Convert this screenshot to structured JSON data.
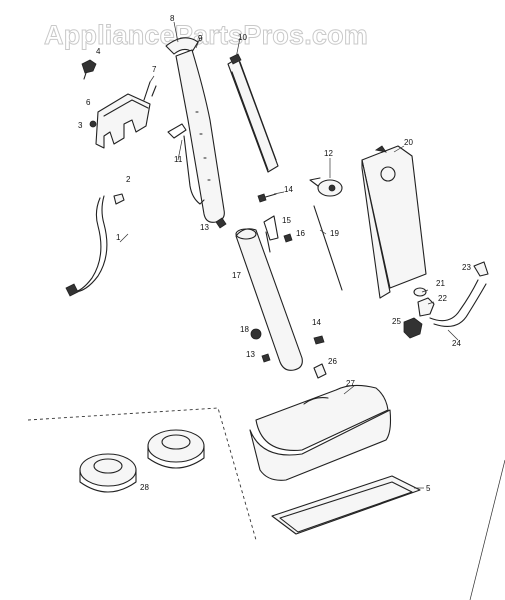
{
  "watermark": "AppliancePartsPros.com",
  "callouts": [
    "8",
    "4",
    "7",
    "9",
    "6",
    "3",
    "10",
    "11",
    "2",
    "1",
    "12",
    "20",
    "14",
    "13",
    "15",
    "16",
    "19",
    "17",
    "23",
    "21",
    "22",
    "18",
    "14",
    "25",
    "24",
    "13",
    "26",
    "27",
    "28",
    "5"
  ],
  "colors": {
    "ink": "#222222",
    "watermark_outline": "#c9c9c9",
    "background": "#ffffff"
  }
}
